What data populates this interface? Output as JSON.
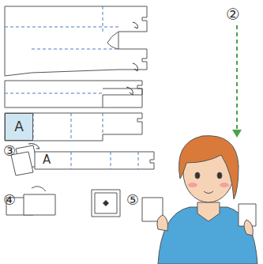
{
  "diagram": {
    "nodes": [
      {
        "text": [
          "A"
        ]
      }
    ],
    "labels": [
      "②",
      "③",
      "A",
      "④",
      "⑤"
    ]
  }
}
